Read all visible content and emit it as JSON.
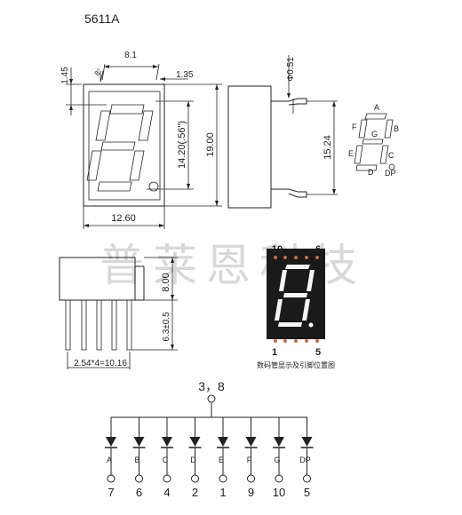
{
  "part_number": "5611A",
  "front_view": {
    "dims": {
      "width_top": "8.1",
      "top_offset": "1.45",
      "slant": "8°",
      "right_offset": "1.35",
      "digit_height": "14.20(.56\")",
      "body_height": "19.00",
      "body_width": "12.60"
    }
  },
  "side_view": {
    "dims": {
      "pin_diameter": "Φ0.51",
      "pin_span": "15.24"
    }
  },
  "segment_legend": {
    "labels": [
      "A",
      "B",
      "C",
      "D",
      "E",
      "F",
      "G",
      "DP"
    ]
  },
  "bottom_view": {
    "dims": {
      "body_depth": "8.00",
      "pin_length": "6.3±0.5",
      "pitch": "2.54*4=10.16"
    }
  },
  "photo": {
    "top_pins": [
      "10",
      "6"
    ],
    "bottom_pins": [
      "1",
      "5"
    ],
    "caption": "数码管显示及引脚位置图"
  },
  "watermark": "普莱恩科技",
  "circuit": {
    "common_pins": "3，8",
    "segments": [
      "A",
      "B",
      "C",
      "D",
      "E",
      "F",
      "G",
      "DP"
    ],
    "pins": [
      "7",
      "6",
      "4",
      "2",
      "1",
      "9",
      "10",
      "5"
    ]
  },
  "colors": {
    "line": "#222222",
    "watermark": "#d8d8d8",
    "photo_bg": "#1a1a1a",
    "segment_on": "#f5f5f5",
    "pin_dot": "#c8703a"
  }
}
